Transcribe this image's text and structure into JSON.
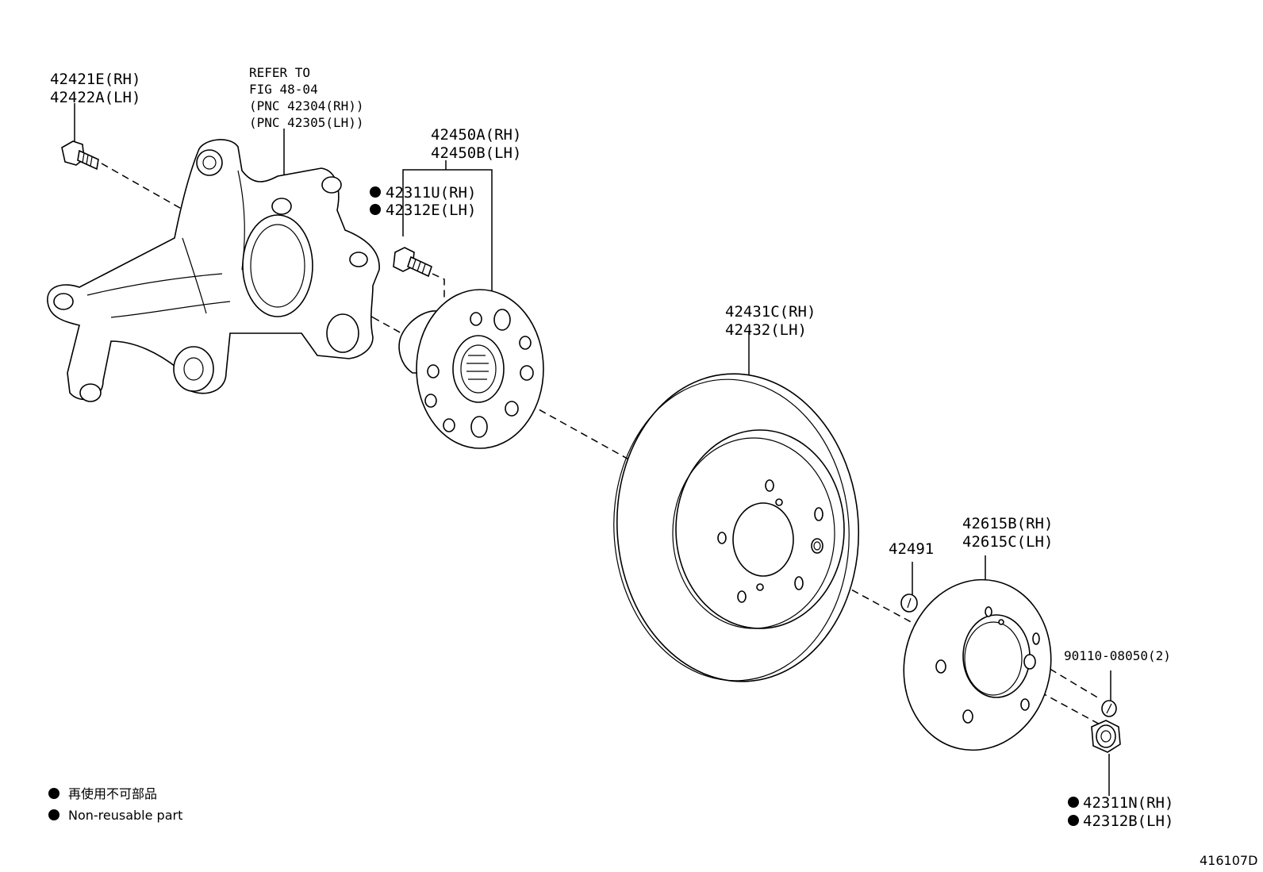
{
  "labels": {
    "bolt_rh": "42421E(RH)",
    "bolt_lh": "42422A(LH)",
    "refer_1": "REFER TO",
    "refer_2": "FIG 48-04",
    "refer_3": "(PNC 42304(RH))",
    "refer_4": "(PNC 42305(LH))",
    "hub_rh": "42450A(RH)",
    "hub_lh": "42450B(LH)",
    "bolt2_rh": "42311U(RH)",
    "bolt2_lh": "42312E(LH)",
    "disc_rh": "42431C(RH)",
    "disc_lh": "42432(LH)",
    "plug": "42491",
    "plate_rh": "42615B(RH)",
    "plate_lh": "42615C(LH)",
    "screw": "90110-08050(2)",
    "nut_rh": "42311N(RH)",
    "nut_lh": "42312B(LH)"
  },
  "legend": {
    "line_jp": "再使用不可部品",
    "line_en": "Non-reusable part"
  },
  "figure_code": "416107D"
}
